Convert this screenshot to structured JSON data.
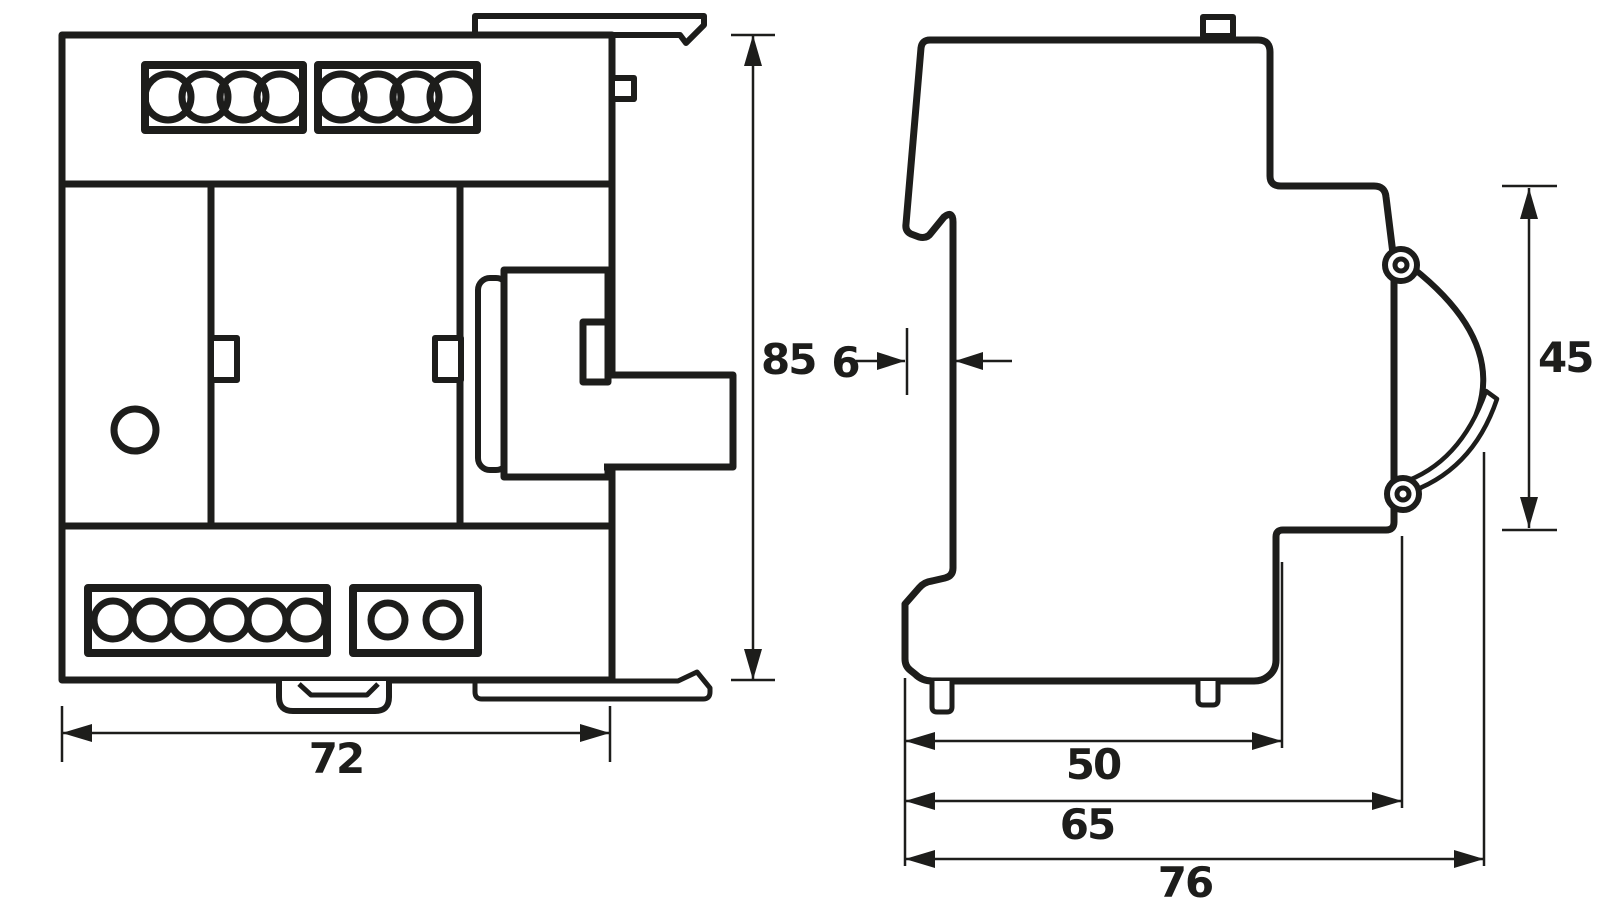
{
  "drawing": {
    "type": "technical-dimension-drawing",
    "subject": "DIN-rail mounted control module, front and side orthographic views",
    "unit": "mm",
    "line_color": "#1d1d1b",
    "background_color": "#ffffff",
    "views": {
      "front": {
        "name": "front view",
        "top_terminal_blocks": [
          4,
          4
        ],
        "bottom_terminal_blocks": [
          6,
          2
        ],
        "features": [
          "din-clip-top-tab",
          "din-clip-bottom-foot",
          "release-latch",
          "side-knob-protrusion",
          "indicator-hole"
        ]
      },
      "side": {
        "name": "side view",
        "features": [
          "din-rail-hook",
          "mounting-feet",
          "dial-knob-arc",
          "dial-flange",
          "upper-screw",
          "lower-screw",
          "top-tab"
        ]
      }
    }
  },
  "dims": {
    "w72": {
      "label": "72",
      "value": 72
    },
    "h85": {
      "label": "85",
      "value": 85
    },
    "d6": {
      "label": "6",
      "value": 6
    },
    "h45": {
      "label": "45",
      "value": 45
    },
    "d50": {
      "label": "50",
      "value": 50
    },
    "d65": {
      "label": "65",
      "value": 65
    },
    "d76": {
      "label": "76",
      "value": 76
    }
  }
}
